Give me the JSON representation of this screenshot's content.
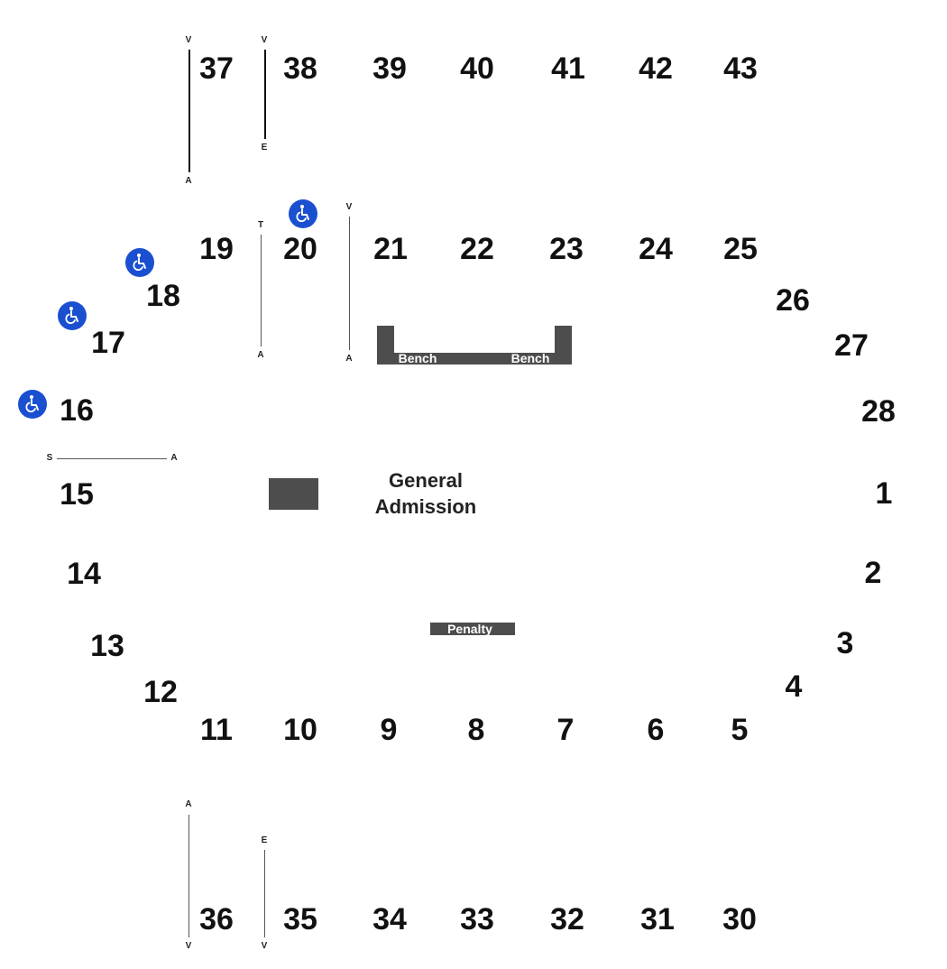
{
  "sections": {
    "s1": "1",
    "s2": "2",
    "s3": "3",
    "s4": "4",
    "s5": "5",
    "s6": "6",
    "s7": "7",
    "s8": "8",
    "s9": "9",
    "s10": "10",
    "s11": "11",
    "s12": "12",
    "s13": "13",
    "s14": "14",
    "s15": "15",
    "s16": "16",
    "s17": "17",
    "s18": "18",
    "s19": "19",
    "s20": "20",
    "s21": "21",
    "s22": "22",
    "s23": "23",
    "s24": "24",
    "s25": "25",
    "s26": "26",
    "s27": "27",
    "s28": "28",
    "s30": "30",
    "s31": "31",
    "s32": "32",
    "s33": "33",
    "s34": "34",
    "s35": "35",
    "s36": "36",
    "s37": "37",
    "s38": "38",
    "s39": "39",
    "s40": "40",
    "s41": "41",
    "s42": "42",
    "s43": "43"
  },
  "row_markers": {
    "r37_top": "V",
    "r37_bottom": "A",
    "r38_top": "V",
    "r38_bottom": "E",
    "r20_left_top": "T",
    "r20_left_bottom": "A",
    "r21_top": "V",
    "r21_bottom": "A",
    "r15_left": "S",
    "r15_right": "A",
    "r36_top": "A",
    "r36_bottom": "V",
    "r35_top": "E",
    "r35_bottom": "V"
  },
  "floor": {
    "general_admission_line1": "General",
    "general_admission_line2": "Admission",
    "bench_left": "Bench",
    "bench_right": "Bench",
    "penalty": "Penalty"
  },
  "icons": {
    "wheelchair": "wheelchair-accessible-icon",
    "accent_color": "#1a4fd0"
  }
}
